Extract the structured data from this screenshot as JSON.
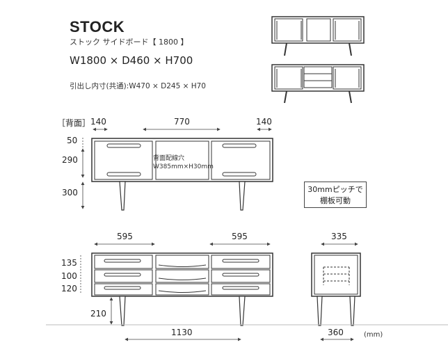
{
  "header": {
    "title": "STOCK",
    "subtitle": "ストック サイドボード【 1800 】",
    "dimensions": "W1800 × D460 × H700",
    "drawer_dimensions": "引出し内寸(共通):W470 × D245 × H70"
  },
  "back_view": {
    "label": "［背面］",
    "widths": [
      "140",
      "770",
      "140"
    ],
    "heights": [
      "50",
      "290",
      "300"
    ],
    "wiring_hole": [
      "背面配線穴",
      "W385mm×H30mm"
    ]
  },
  "shelf_note": [
    "30mmピッチで",
    "棚板可動"
  ],
  "front_view": {
    "widths": [
      "595",
      "595"
    ],
    "heights": [
      "135",
      "100",
      "120",
      "210"
    ],
    "leg_span": "1130"
  },
  "side_view": {
    "depth_top": "335",
    "leg_depth": "360"
  },
  "unit": "(mm)",
  "colors": {
    "line": "#333333",
    "dim": "#444444"
  }
}
